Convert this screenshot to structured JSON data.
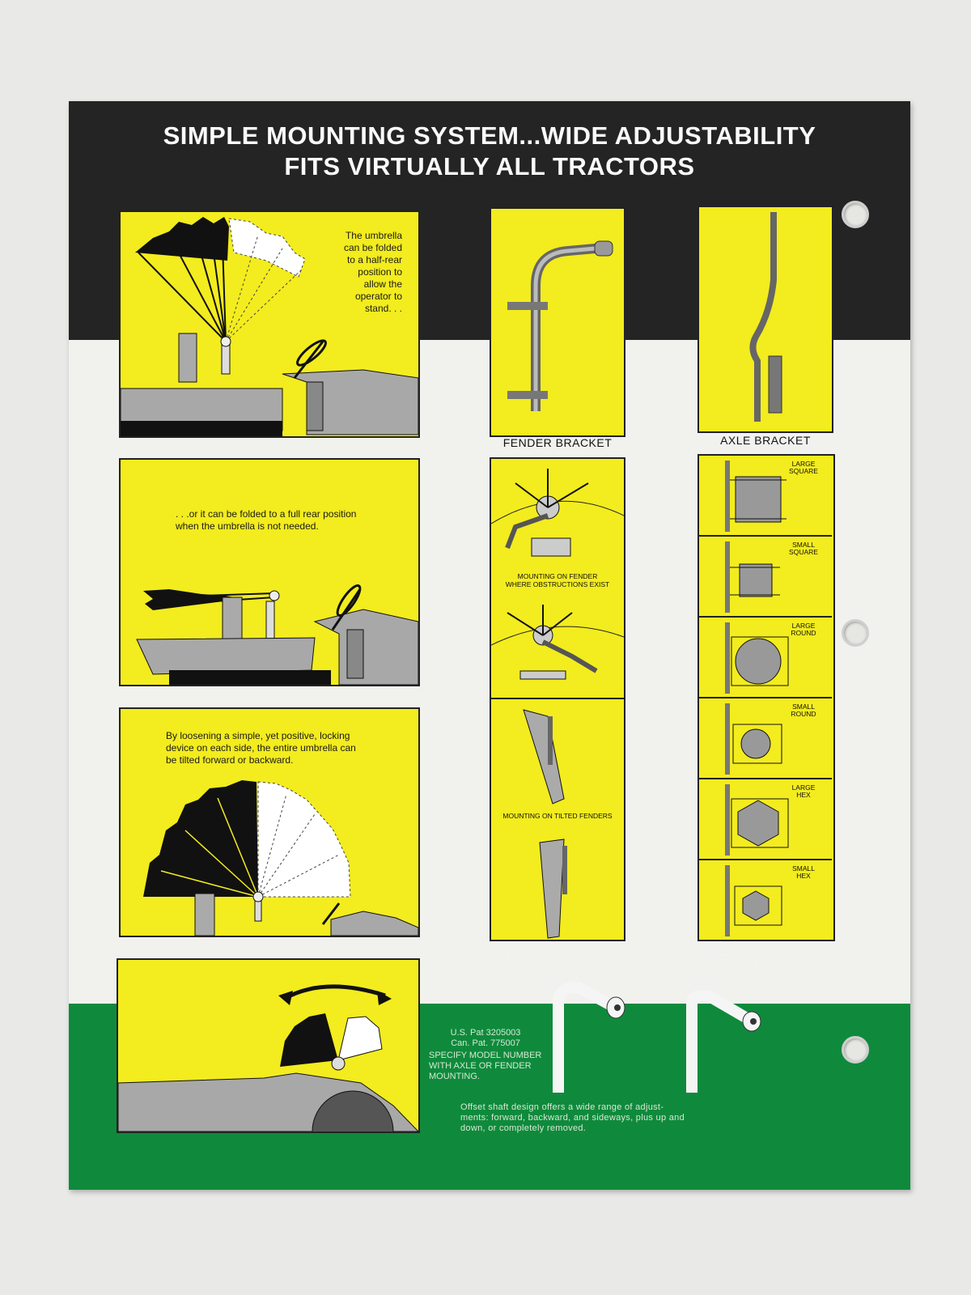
{
  "header": {
    "title_line1": "SIMPLE MOUNTING SYSTEM...WIDE ADJUSTABILITY",
    "title_line2": "FITS VIRTUALLY ALL TRACTORS"
  },
  "panels": {
    "half_rear": {
      "text": [
        "The umbrella",
        "can be folded",
        "to a half-rear",
        "position to",
        "allow the",
        "operator to",
        "stand. . ."
      ]
    },
    "full_rear": {
      "text": [
        ". . .or it can be folded to a full rear position",
        "when the umbrella is not needed."
      ]
    },
    "tilt": {
      "text": [
        "By loosening a simple, yet positive, locking",
        "device on each side, the entire umbrella can",
        "be tilted forward or backward."
      ]
    }
  },
  "brackets": {
    "fender_label": "FENDER BRACKET",
    "axle_label": "AXLE BRACKET"
  },
  "fender_mounting": {
    "obstructions_caption": [
      "MOUNTING ON FENDER",
      "WHERE OBSTRUCTIONS EXIST"
    ],
    "tilted_caption": "MOUNTING ON TILTED FENDERS"
  },
  "axle_shapes": [
    {
      "line1": "LARGE",
      "line2": "SQUARE"
    },
    {
      "line1": "SMALL",
      "line2": "SQUARE"
    },
    {
      "line1": "LARGE",
      "line2": "ROUND"
    },
    {
      "line1": "SMALL",
      "line2": "ROUND"
    },
    {
      "line1": "LARGE",
      "line2": "HEX"
    },
    {
      "line1": "SMALL",
      "line2": "HEX"
    }
  ],
  "footer": {
    "patents": [
      "U.S. Pat 3205003",
      "Can. Pat. 775007"
    ],
    "specify": [
      "SPECIFY MODEL NUMBER",
      "WITH AXLE OR FENDER",
      "MOUNTING."
    ],
    "offset_note": [
      "Offset shaft design offers a wide range of adjust-",
      "ments: forward, backward, and sideways, plus up and",
      "down, or completely removed."
    ]
  },
  "colors": {
    "panel_yellow": "#f3ec1e",
    "band_dark": "#242424",
    "band_green": "#0f8a3c",
    "paper": "#f1f1ee"
  }
}
